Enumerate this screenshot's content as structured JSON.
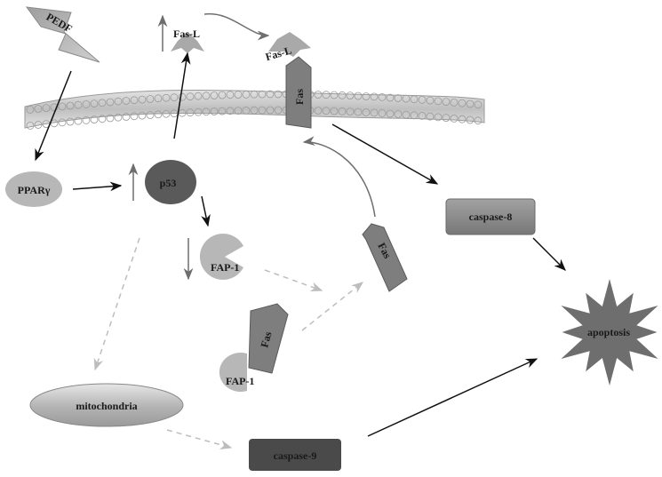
{
  "labels": {
    "pedf": "PEDF",
    "fasl_top": "Fas-L",
    "fasl_receptor": "Fas-L",
    "fas_membrane": "Fas",
    "ppar": "PPARγ",
    "p53": "p53",
    "fap1_free": "FAP-1",
    "fas_free": "Fas",
    "fas_complex": "Fas",
    "fap1_complex": "FAP-1",
    "caspase8": "caspase-8",
    "apoptosis": "apoptosis",
    "mitochondria": "mitochondria",
    "caspase9": "caspase-9"
  },
  "colors": {
    "ppar_fill": "#b7b7b7",
    "p53_fill": "#5a5a5a",
    "fas_fill": "#7e7e7e",
    "caspase8_fill": "#8c8c8c",
    "caspase9_fill": "#4a4a4a",
    "starburst_fill": "#6e6e6e",
    "membrane_fill": "#cfcfcf",
    "dashed_arrow": "#bdbdbd"
  }
}
